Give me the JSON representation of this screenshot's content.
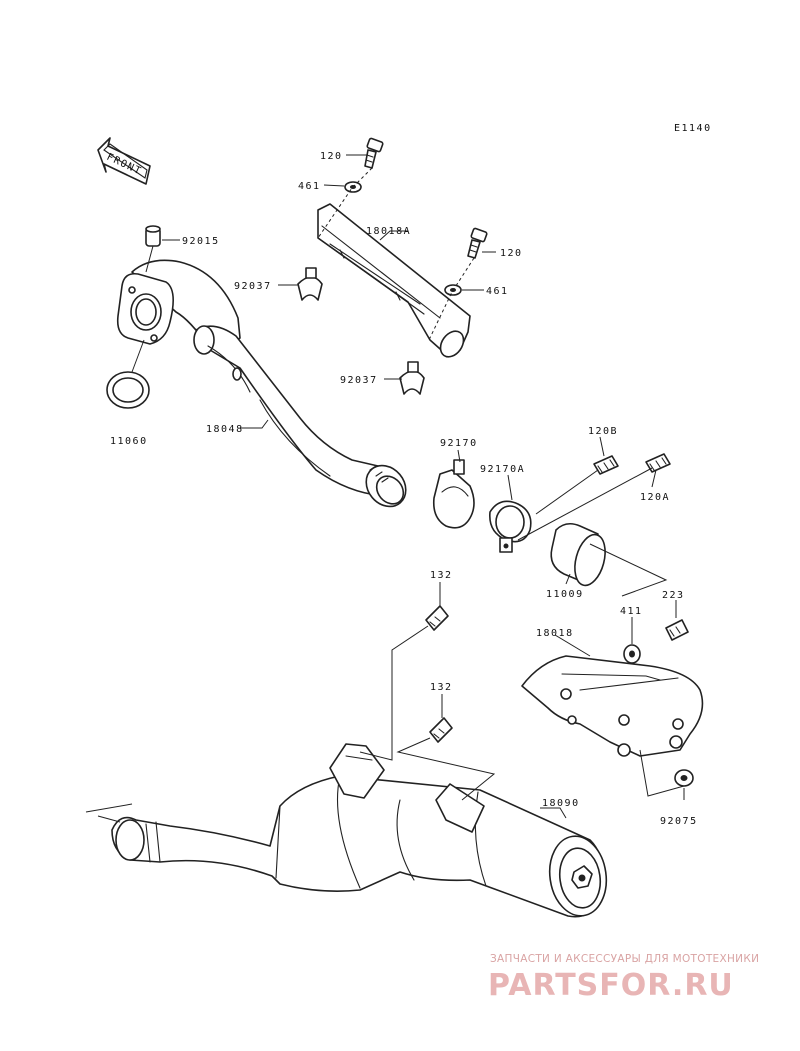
{
  "diagram": {
    "ref_code": "E1140",
    "front_label": "FRONT",
    "callouts": {
      "p120_top": "120",
      "p461_top": "461",
      "p18018A": "18018A",
      "p120_mid": "120",
      "p461_mid": "461",
      "p92015": "92015",
      "p92037_top": "92037",
      "p92037_bot": "92037",
      "p18048": "18048",
      "p11060": "11060",
      "p92170": "92170",
      "p92170A": "92170A",
      "p120B": "120B",
      "p120A": "120A",
      "p11009": "11009",
      "p132_top": "132",
      "p132_mid": "132",
      "p411": "411",
      "p223": "223",
      "p18018": "18018",
      "p18090": "18090",
      "p92075": "92075"
    }
  },
  "watermark": {
    "tagline": "ЗАПЧАСТИ И АКСЕССУАРЫ ДЛЯ МОТОТЕХНИКИ",
    "logo": "PARTSFOR.RU"
  }
}
